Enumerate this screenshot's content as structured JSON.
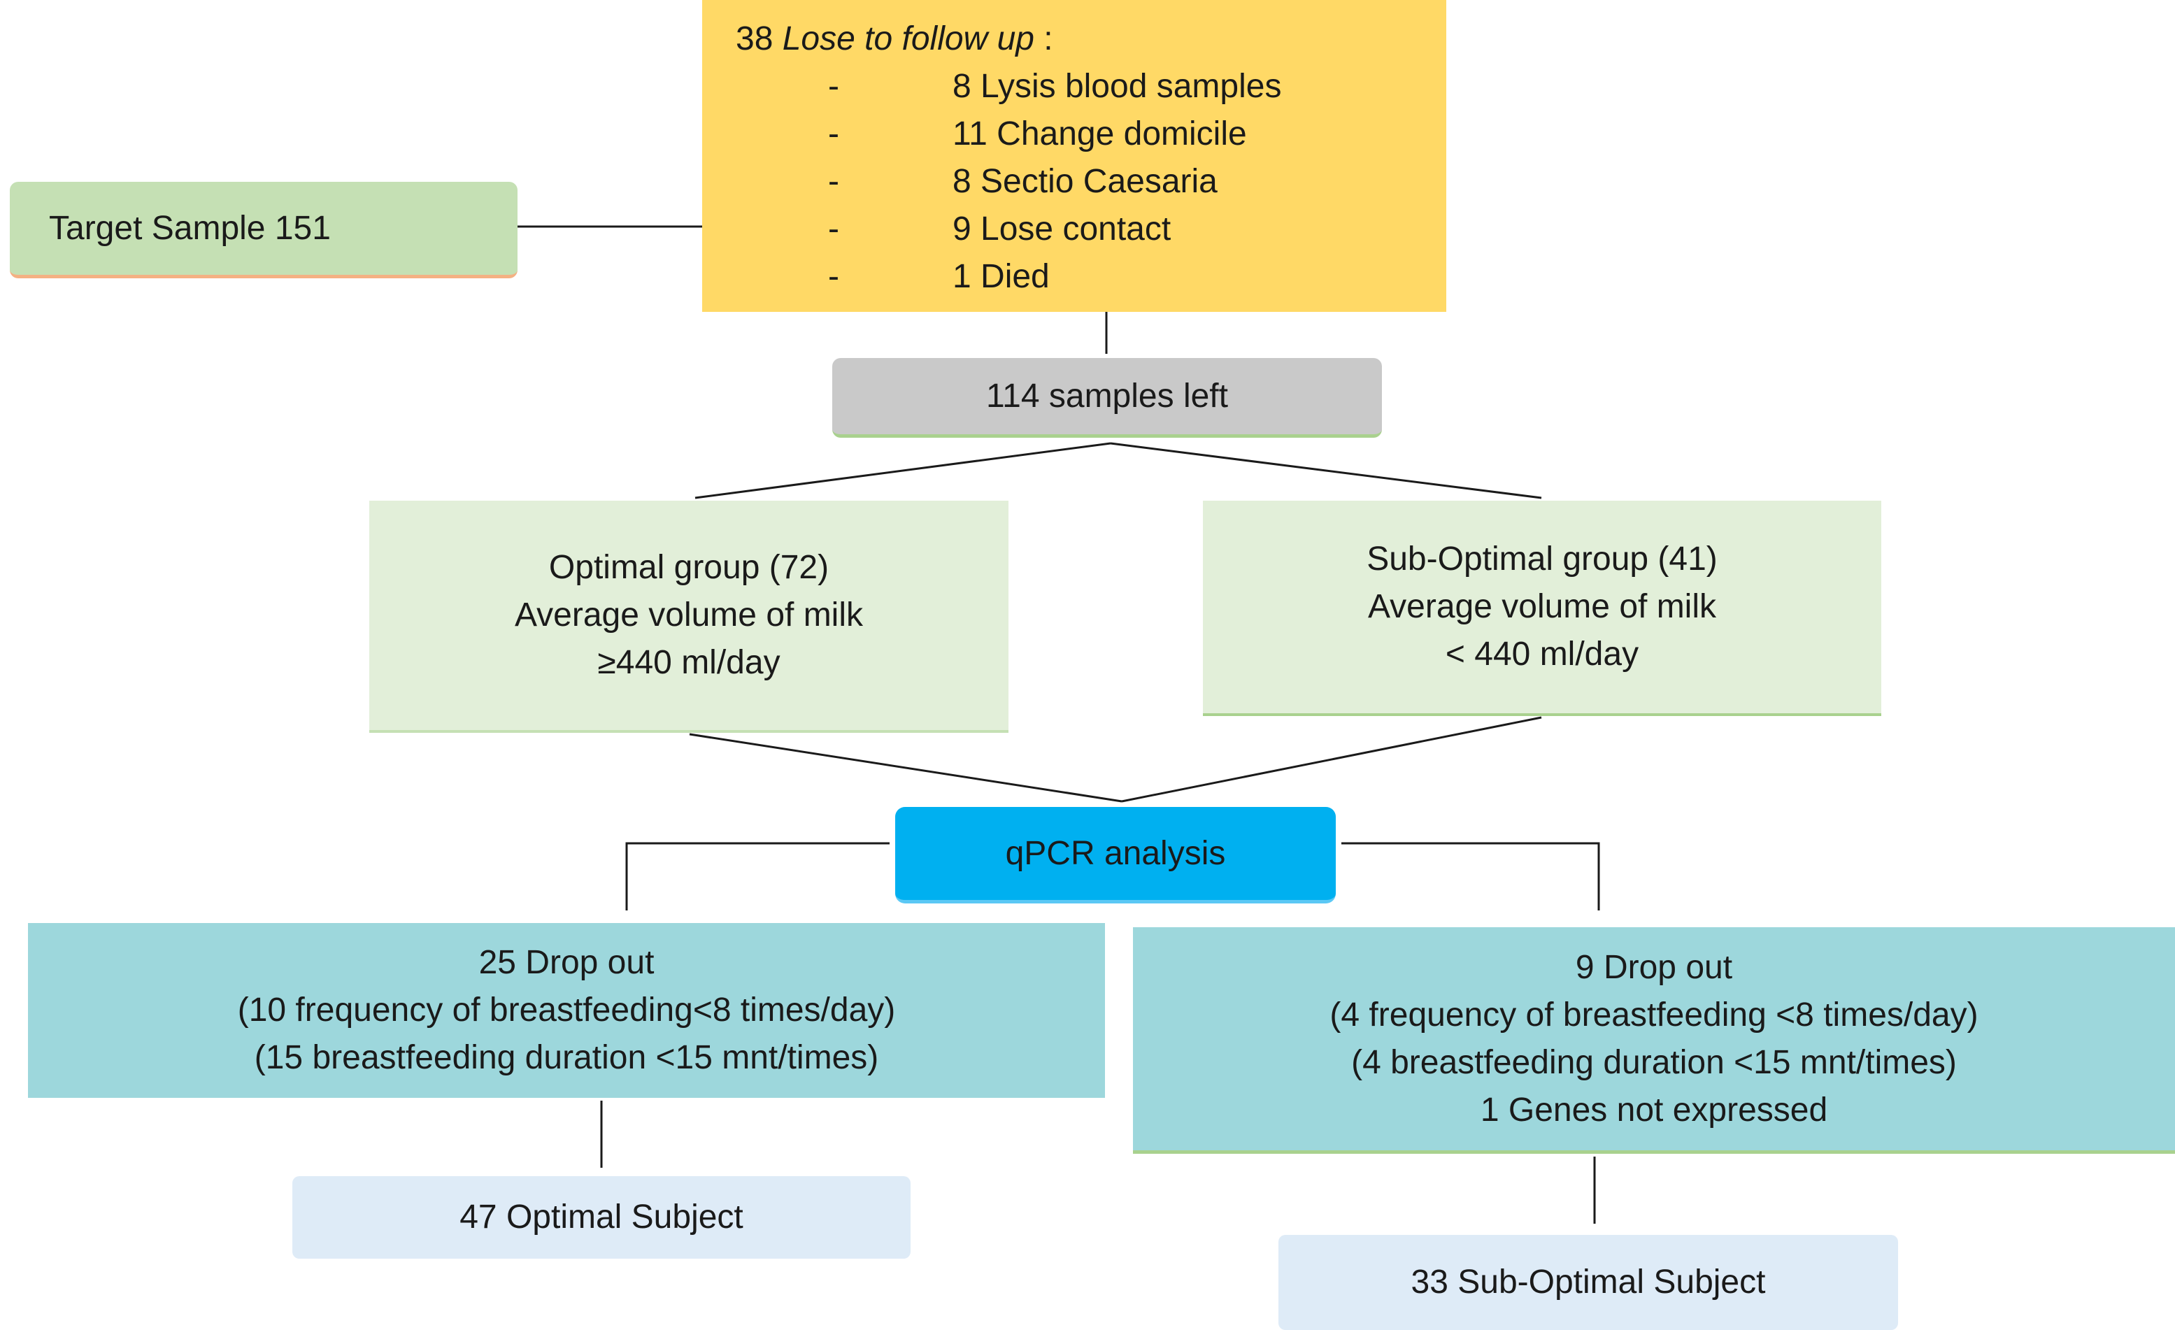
{
  "target": {
    "label": "Target Sample 151"
  },
  "lost": {
    "count": "38",
    "title": "Lose to follow up",
    "colon": " :",
    "items": [
      {
        "dash": "-",
        "text": "8 Lysis blood samples"
      },
      {
        "dash": "-",
        "text": "11 Change domicile"
      },
      {
        "dash": "-",
        "text": "8  Sectio Caesaria"
      },
      {
        "dash": "-",
        "text": "9 Lose contact"
      },
      {
        "dash": "-",
        "text": "1 Died"
      }
    ]
  },
  "samples_left": {
    "label": "114 samples left"
  },
  "optimal_group": {
    "lines": [
      "Optimal group (72)",
      "Average volume of milk",
      "≥440 ml/day"
    ]
  },
  "suboptimal_group": {
    "lines": [
      "Sub-Optimal group (41)",
      "Average volume of milk",
      "< 440 ml/day"
    ]
  },
  "qpcr": {
    "label": "qPCR analysis"
  },
  "dropout_optimal": {
    "lines": [
      "25 Drop out",
      "(10 frequency of breastfeeding<8 times/day)",
      "(15 breastfeeding duration <15 mnt/times)"
    ]
  },
  "dropout_suboptimal": {
    "lines": [
      "9 Drop out",
      "(4 frequency of breastfeeding <8 times/day)",
      "(4 breastfeeding duration <15 mnt/times)",
      "1 Genes not expressed"
    ]
  },
  "result_optimal": {
    "label": "47 Optimal Subject"
  },
  "result_suboptimal": {
    "label": "33 Sub-Optimal Subject"
  },
  "colors": {
    "target": "#c5e0b4",
    "lost": "#ffd966",
    "samples_left": "#c9c9c9",
    "groups": "#e2efd9",
    "qpcr": "#00b0f0",
    "dropout": "#9dd7dc",
    "results": "#deebf7"
  }
}
